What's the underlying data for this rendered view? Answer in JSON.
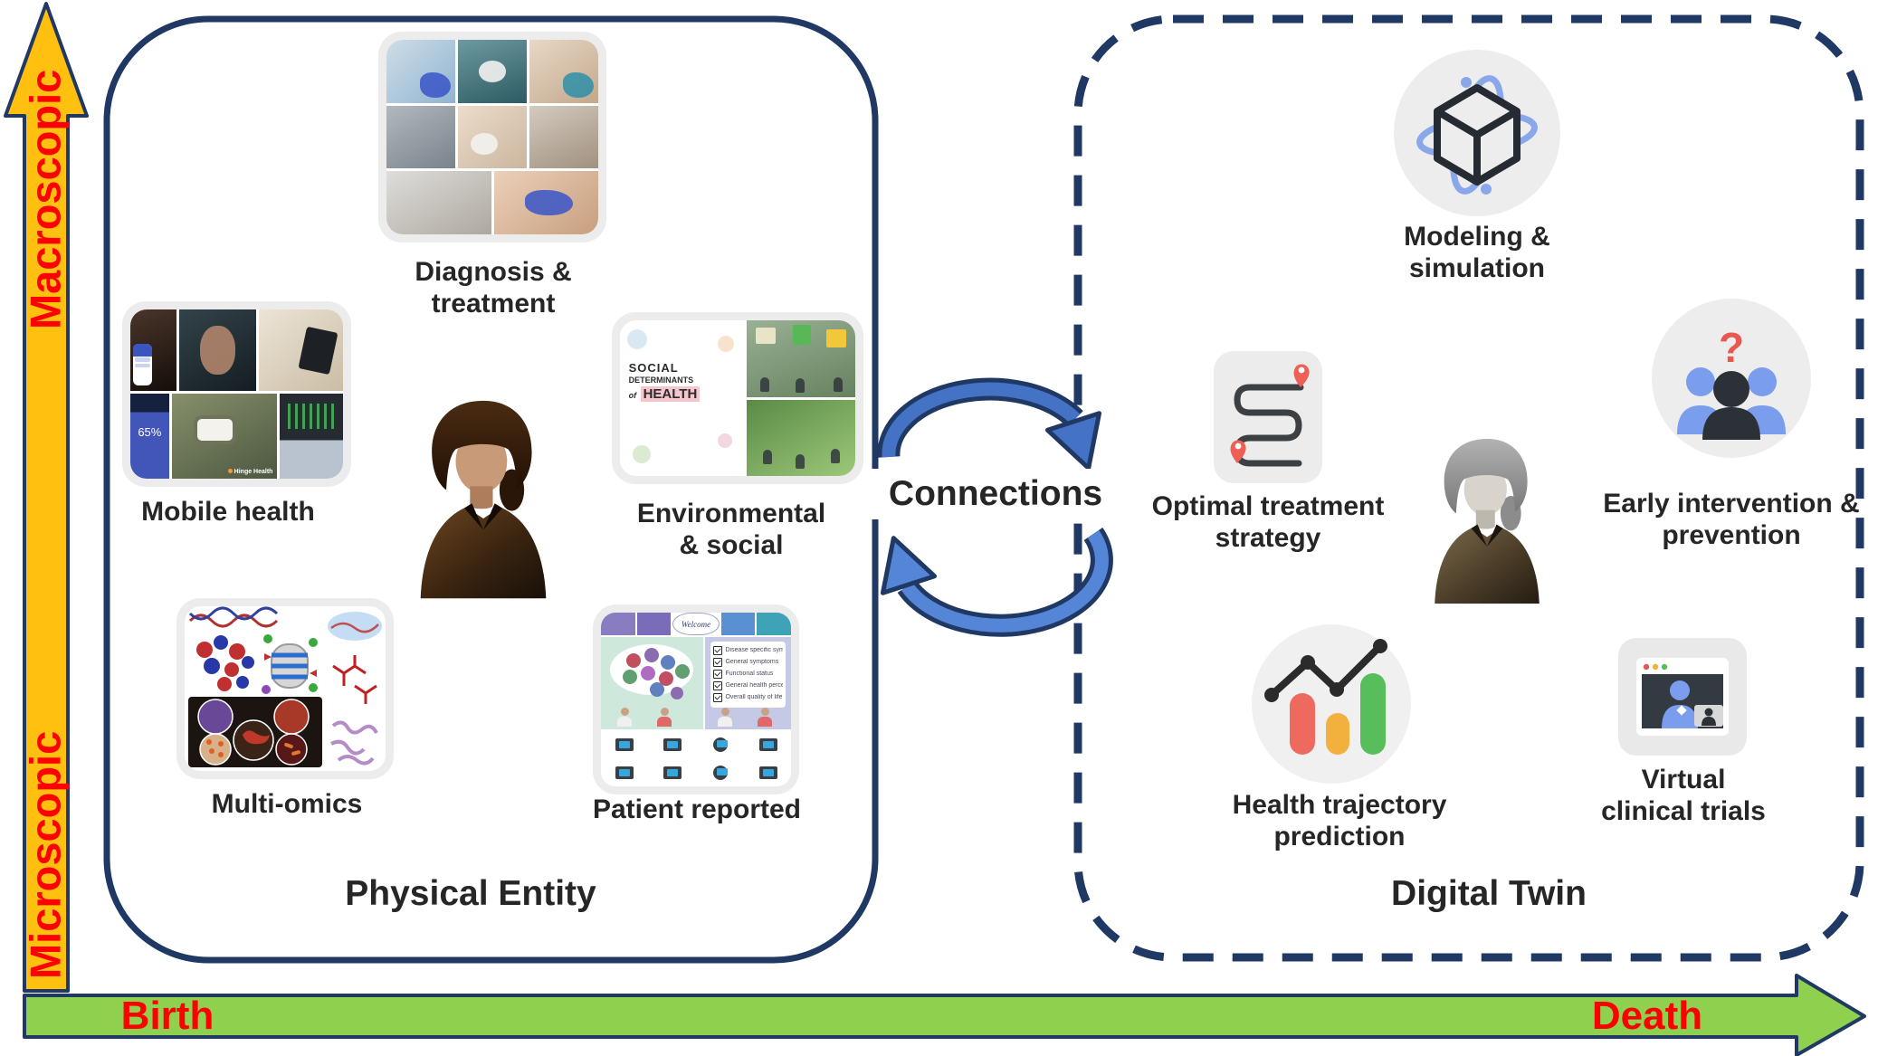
{
  "palette": {
    "navy": "#1F3864",
    "arrow_blue": "#4472C4",
    "icon_blue": "#8AA7EA",
    "axis_yellow": "#FFC010",
    "axis_green": "#8FD14F",
    "axis_text_red": "#FF0000",
    "label_text": "#262626",
    "icon_bg": "#EDEDEE"
  },
  "axes": {
    "vertical_top": "Macroscopic",
    "vertical_bottom": "Microscopic",
    "horizontal_left": "Birth",
    "horizontal_right": "Death"
  },
  "connections": {
    "label": "Connections"
  },
  "physical_entity": {
    "title": "Physical Entity",
    "diagnosis": {
      "label": "Diagnosis &\ntreatment"
    },
    "mobile": {
      "label": "Mobile health",
      "phone_text": "65%",
      "brand_text": "Hinge Health"
    },
    "environmental": {
      "label": "Environmental\n& social",
      "sketch_line1": "SOCIAL",
      "sketch_line2": "DETERMINANTS",
      "sketch_line3": "of",
      "sketch_line4": "HEALTH"
    },
    "multiomics": {
      "label": "Multi-omics"
    },
    "patient": {
      "label": "Patient reported",
      "welcome_text": "Welcome",
      "checklist": [
        "Disease specific symptoms",
        "General symptoms",
        "Functional status",
        "General health perceptions",
        "Overall quality of life"
      ]
    }
  },
  "digital_twin": {
    "title": "Digital Twin",
    "modeling": {
      "label": "Modeling &\nsimulation"
    },
    "optimal": {
      "label": "Optimal treatment\nstrategy"
    },
    "early": {
      "label": "Early intervention &\nprevention",
      "question_mark": "?"
    },
    "trajectory": {
      "label": "Health trajectory\nprediction"
    },
    "virtual": {
      "label": "Virtual\nclinical trials"
    }
  }
}
